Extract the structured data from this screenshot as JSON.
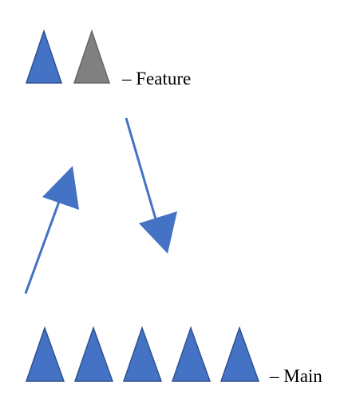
{
  "colors": {
    "blue_fill": "#4472C4",
    "blue_stroke": "#2F528F",
    "gray_fill": "#808080",
    "gray_stroke": "#666666",
    "arrow": "#4472C4",
    "text": "#000000"
  },
  "legend": {
    "feature_label": "– Feature",
    "main_label": "– Main"
  },
  "feature_branch": {
    "commits": [
      {
        "state": "blue"
      },
      {
        "state": "gray"
      }
    ]
  },
  "main_branch": {
    "commits": [
      {
        "state": "blue"
      },
      {
        "state": "blue"
      },
      {
        "state": "blue"
      },
      {
        "state": "blue"
      },
      {
        "state": "blue"
      }
    ]
  },
  "arrows": [
    {
      "name": "arrow-main-to-feature",
      "direction": "up"
    },
    {
      "name": "arrow-feature-to-main",
      "direction": "down"
    }
  ]
}
